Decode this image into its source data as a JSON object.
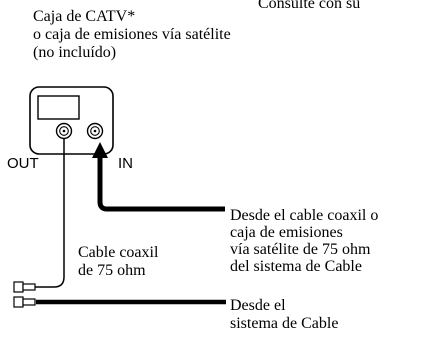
{
  "header": {
    "note": "Consulte con su"
  },
  "device": {
    "title": "Caja de CATV*",
    "subtitle": "o caja de emisiones vía satélite",
    "note": "(no incluído)",
    "port_out": "OUT",
    "port_in": "IN"
  },
  "cable": {
    "line1": "Cable coaxil",
    "line2": "de 75 ohm"
  },
  "source_coax": {
    "line1": "Desde el cable coaxil o",
    "line2": "caja de emisiones",
    "line3": "vía satélite de 75 ohm",
    "line4": "del sistema de Cable"
  },
  "source_cable": {
    "line1": "Desde el",
    "line2": "sistema de Cable"
  }
}
